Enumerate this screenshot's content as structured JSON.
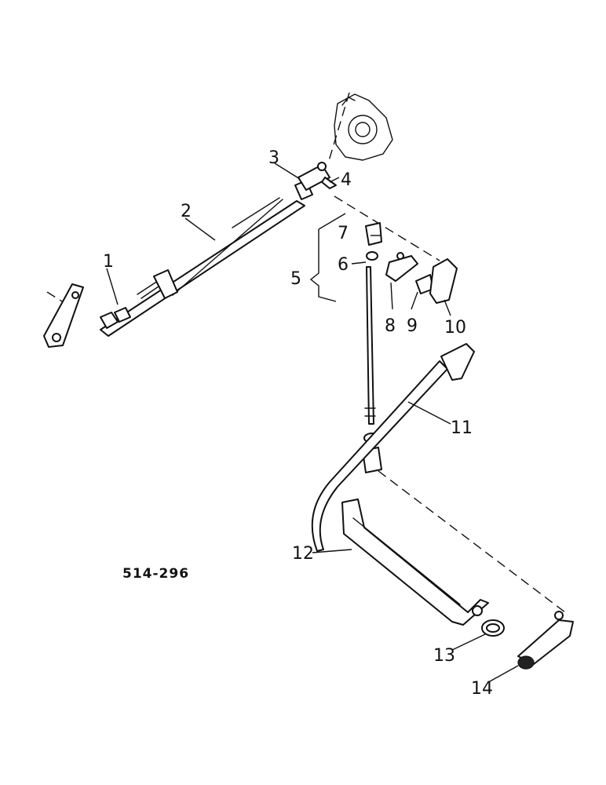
{
  "figure": {
    "code": "514-296",
    "callouts": [
      "1",
      "2",
      "3",
      "4",
      "5",
      "6",
      "7",
      "8",
      "9",
      "10",
      "11",
      "12",
      "13",
      "14"
    ]
  }
}
